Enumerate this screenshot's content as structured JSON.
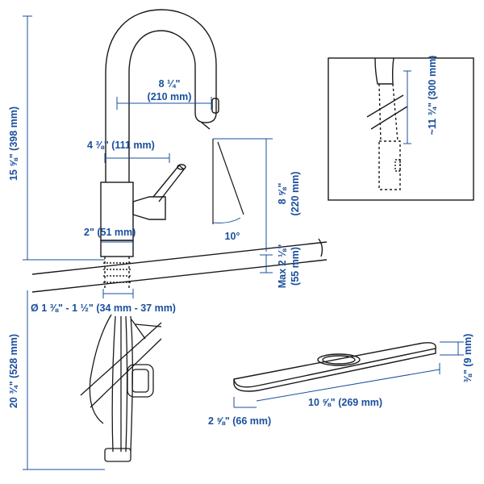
{
  "colors": {
    "dimension": "#1a4f9c",
    "line": "#1a1a1a",
    "background": "#ffffff"
  },
  "labels": {
    "total_height": "15 ⅝\" (398 mm)",
    "spout_reach": "8 ¼\"",
    "spout_reach_mm": "(210 mm)",
    "lever_offset": "4 ⅜\" (111 mm)",
    "body_diameter": "2\" (51 mm)",
    "spout_height": "8 ⅝\"",
    "spout_height_mm": "(220 mm)",
    "angle": "10°",
    "max_deck": "Max 2 ⅛\"",
    "max_deck_mm": "(55 mm)",
    "hole_diameter": "Ø 1 ⅜\" - 1 ½\" (34 mm - 37 mm)",
    "hose_length": "20 ¾\" (528 mm)",
    "pullout": "~11 ¾\" (300 mm)",
    "plate_thickness": "⅜\" (9 mm)",
    "plate_depth": "2 ⅝\" (66 mm)",
    "plate_width": "10 ⅝\" (269 mm)"
  }
}
